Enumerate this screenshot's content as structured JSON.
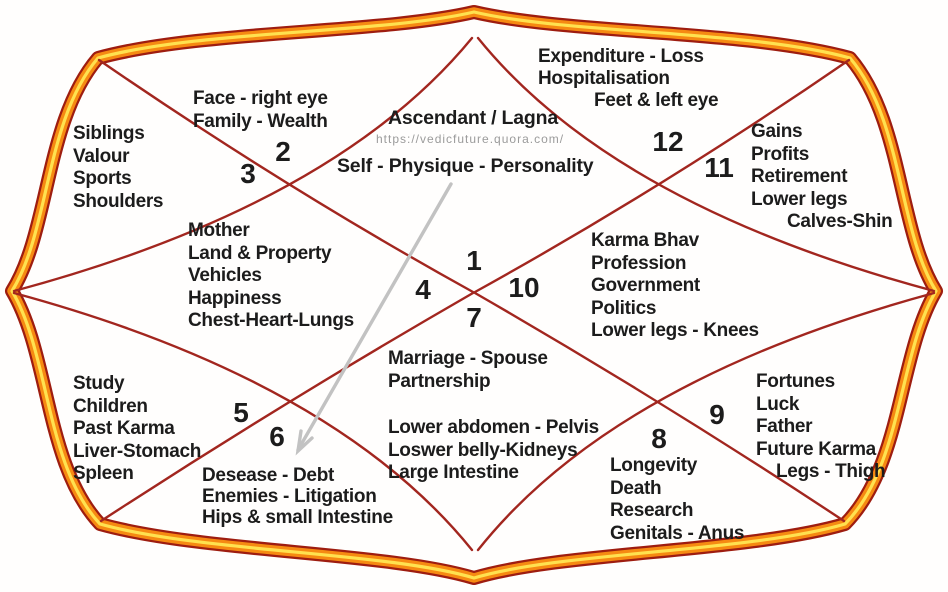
{
  "chart": {
    "type": "vedic-astrology-house-meanings",
    "title": "Ascendant / Lagna",
    "watermark": "https://vedicfuture.quora.com/",
    "houses": [
      {
        "number": "1",
        "title": "Ascendant / Lagna",
        "subtitle": "Self - Physique - Personality"
      },
      {
        "number": "2",
        "lines": [
          "Face - right eye",
          "Family - Wealth"
        ]
      },
      {
        "number": "3",
        "lines": [
          "Siblings",
          "Valour",
          "Sports",
          "Shoulders"
        ]
      },
      {
        "number": "4",
        "lines": [
          "Mother",
          "Land & Property",
          "Vehicles",
          "Happiness",
          "Chest-Heart-Lungs"
        ]
      },
      {
        "number": "5",
        "lines": [
          "Study",
          "Children",
          "Past Karma",
          "Liver-Stomach",
          "Spleen"
        ]
      },
      {
        "number": "6",
        "lines": [
          "Desease - Debt",
          "Enemies - Litigation",
          "Hips & small Intestine"
        ]
      },
      {
        "number": "7",
        "lines": [
          "Marriage - Spouse",
          "Partnership"
        ],
        "lines2": [
          "Lower abdomen - Pelvis",
          "Loswer belly-Kidneys",
          "Large Intestine"
        ]
      },
      {
        "number": "8",
        "lines": [
          "Longevity",
          "Death",
          "Research",
          "Genitals - Anus"
        ]
      },
      {
        "number": "9",
        "lines": [
          "Fortunes",
          "Luck",
          "Father",
          "Future Karma",
          "Legs - Thigh"
        ]
      },
      {
        "number": "10",
        "lines": [
          "Karma Bhav",
          "Profession",
          "Government",
          "Politics",
          "Lower legs - Knees"
        ]
      },
      {
        "number": "11",
        "lines": [
          "Gains",
          "Profits",
          "Retirement",
          "Lower legs",
          "Calves-Shin"
        ]
      },
      {
        "number": "12",
        "lines": [
          "Expenditure - Loss",
          "Hospitalisation",
          "Feet & left eye"
        ]
      }
    ],
    "colors": {
      "frame_outline": "#9e1d10",
      "frame_orange": "#f68a12",
      "frame_yellow": "#ffe14f",
      "house_lines": "#a2261f",
      "arrow_gray": "#c2c2c2",
      "text": "#1c1c1c",
      "watermark_gray": "#9b9b9b"
    }
  }
}
